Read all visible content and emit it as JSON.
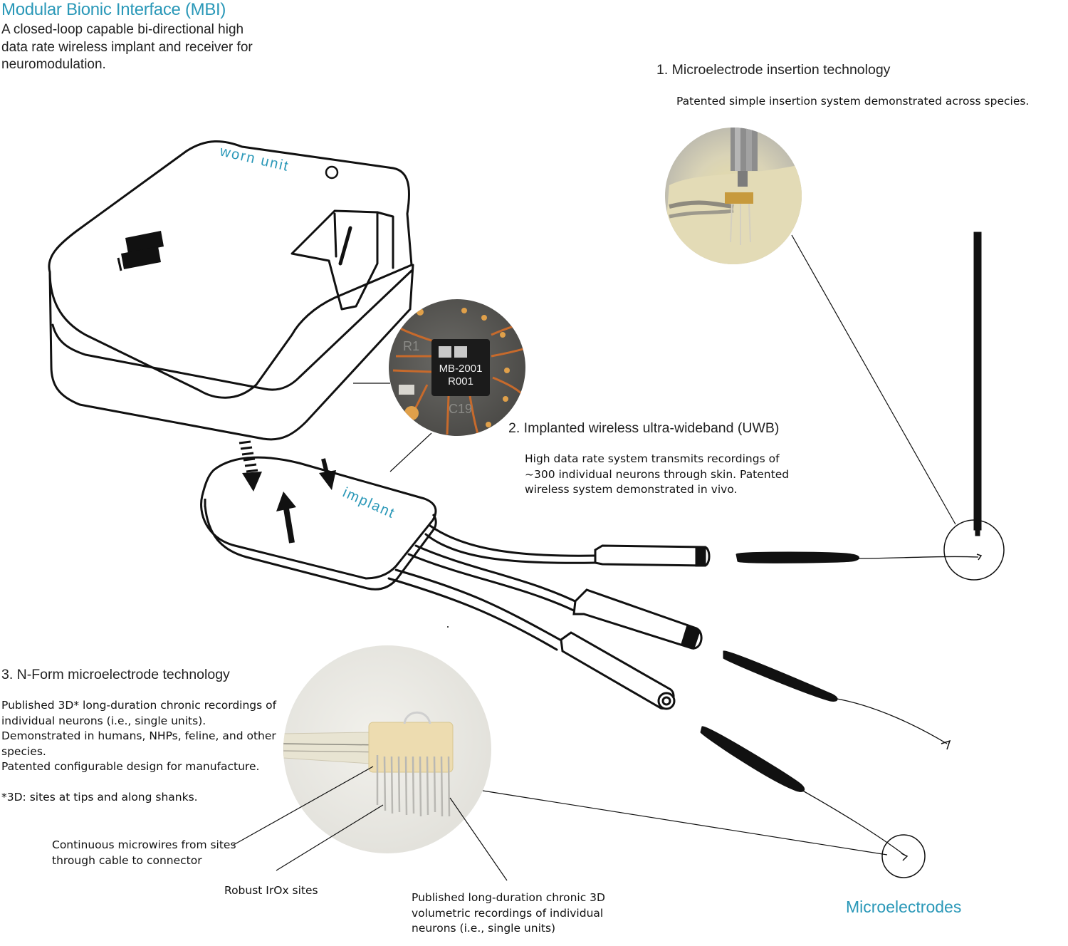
{
  "header": {
    "title": "Modular Bionic Interface (MBI)",
    "subtitle": "A closed-loop capable bi-directional high data rate wireless implant and receiver for neuromodulation."
  },
  "worn_unit": {
    "label": "worn unit"
  },
  "implant": {
    "label": "implant"
  },
  "chip": {
    "line1": "MB-2001",
    "line2": "R001",
    "pcb_mark1": "R1",
    "pcb_mark2": "C19"
  },
  "section1": {
    "heading": "1.  Microelectrode insertion technology",
    "body": "Patented simple insertion system demonstrated across species."
  },
  "section2": {
    "heading": "2. Implanted wireless ultra-wideband (UWB)",
    "body": "High data rate system transmits recordings of ~300 individual neurons through skin. Patented wireless system demonstrated in vivo."
  },
  "section3": {
    "heading": "3. N-Form microelectrode technology",
    "para1": "Published 3D* long-duration chronic recordings of individual neurons (i.e., single units). Demonstrated in humans, NHPs, feline, and other species.",
    "para2": "Patented configurable design for manufacture.",
    "footnote": "*3D: sites at tips and along shanks."
  },
  "callouts": {
    "microwires": "Continuous microwires from sites through cable to connector",
    "irox": "Robust IrOx sites",
    "recordings": "Published long-duration chronic 3D volumetric recordings of individual neurons (i.e., single units)"
  },
  "microelectrodes_label": "Microelectrodes",
  "colors": {
    "accent": "#2a98b8",
    "line": "#111111",
    "pcb": "#c76a2c"
  }
}
